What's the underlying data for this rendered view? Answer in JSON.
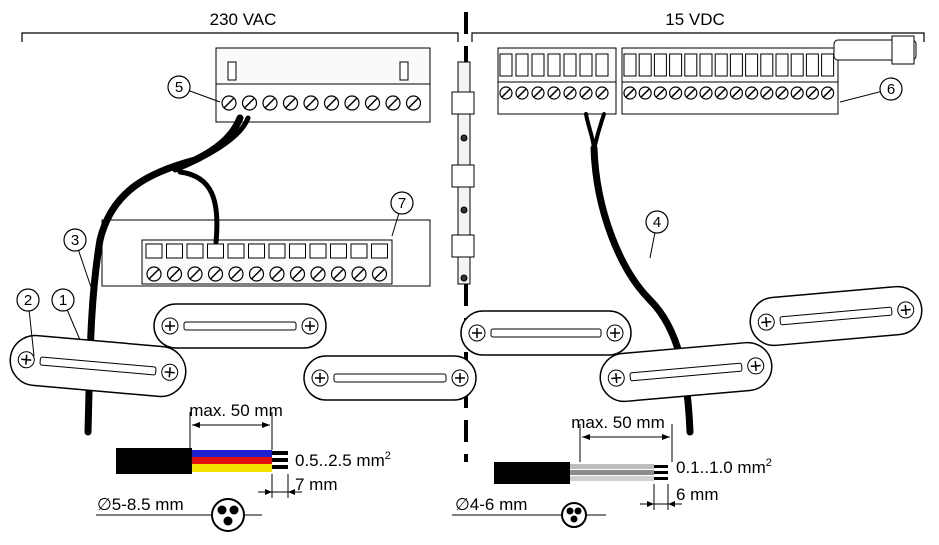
{
  "sections": {
    "left_voltage": "230 VAC",
    "right_voltage": "15 VDC"
  },
  "callouts": [
    "1",
    "2",
    "3",
    "4",
    "5",
    "6",
    "7"
  ],
  "left_cable": {
    "strip_length": "max. 50 mm",
    "wire_cross_section": "0.5..2.5 mm",
    "wire_cross_section_exp": "2",
    "wire_strip": "7 mm",
    "cable_diameter": "∅5-8.5 mm",
    "wire_colors": [
      "#1f1fd0",
      "#e01010",
      "#f2e200"
    ]
  },
  "right_cable": {
    "strip_length": "max. 50 mm",
    "wire_cross_section": "0.1..1.0 mm",
    "wire_cross_section_exp": "2",
    "wire_strip": "6 mm",
    "cable_diameter": "∅4-6 mm",
    "wire_colors": [
      "#bdbdbd",
      "#8c8c8c",
      "#d0d0d0"
    ]
  }
}
